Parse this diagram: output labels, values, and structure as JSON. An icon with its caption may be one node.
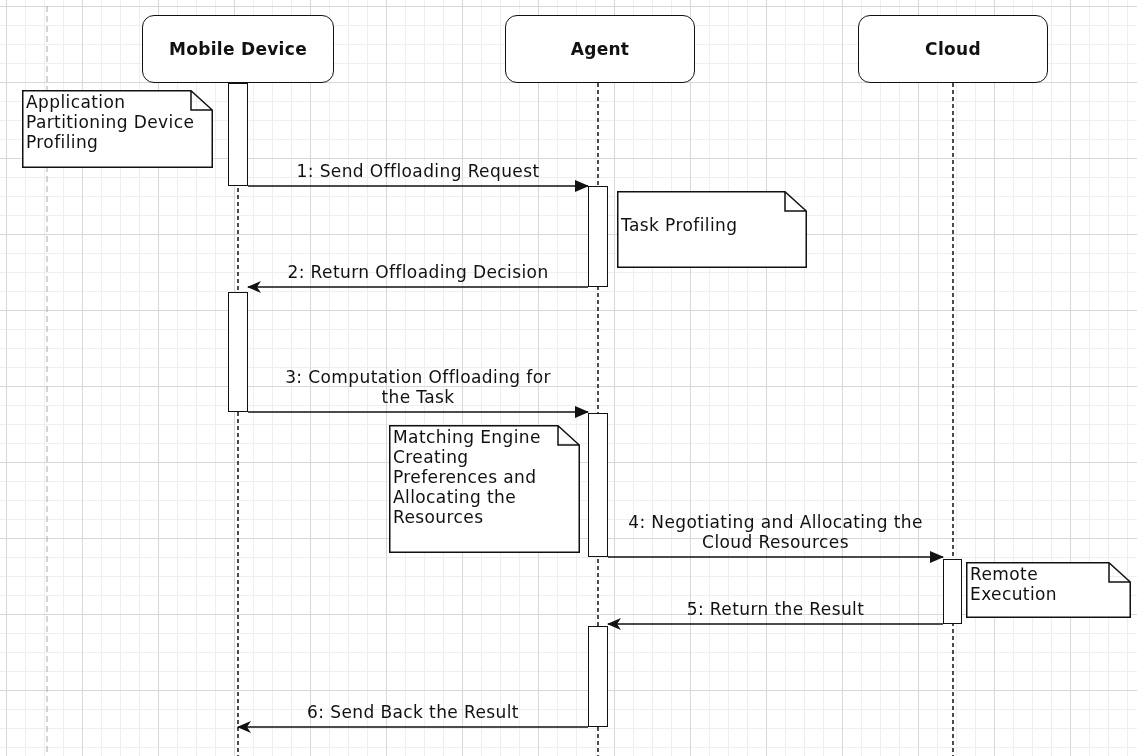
{
  "diagram": {
    "nodes": [
      {
        "text": [
          "Mobile Device"
        ]
      },
      {
        "text": [
          "Agent"
        ]
      },
      {
        "text": [
          "Cloud"
        ]
      },
      {
        "text": [
          "Application Partitioning Device Profiling"
        ]
      },
      {
        "text": [],
        "shape": "bar"
      },
      {
        "text": [],
        "shape": "bar"
      },
      {
        "text": [
          "Task Profiling"
        ]
      },
      {
        "text": [],
        "shape": "bar"
      },
      {
        "text": [],
        "shape": "bar"
      },
      {
        "text": [
          "Matching Engine Creating Preferences and Allocating the Resources"
        ]
      },
      {
        "text": [],
        "shape": "bar"
      },
      {
        "text": [
          "Remote Execution"
        ]
      },
      {
        "text": [],
        "shape": "bar"
      }
    ],
    "edges": [
      {
        "from": 4,
        "to": 5,
        "arrow": "to",
        "label": "1: Send Offloading Request"
      },
      {
        "from": 5,
        "to": 7,
        "arrow": "to",
        "label": "2: Return Offloading Decision"
      },
      {
        "from": 7,
        "to": 8,
        "arrow": "to",
        "label": "3: Computation Offloading for the Task"
      },
      {
        "from": 8,
        "to": 10,
        "arrow": "to",
        "label": "4: Negotiating and Allocating the Cloud Resources"
      },
      {
        "from": 10,
        "to": 12,
        "arrow": "to",
        "label": "5: Return the Result"
      },
      {
        "from": 12,
        "to": null,
        "arrow": "to",
        "label": "6: Send Back the Result"
      }
    ]
  }
}
